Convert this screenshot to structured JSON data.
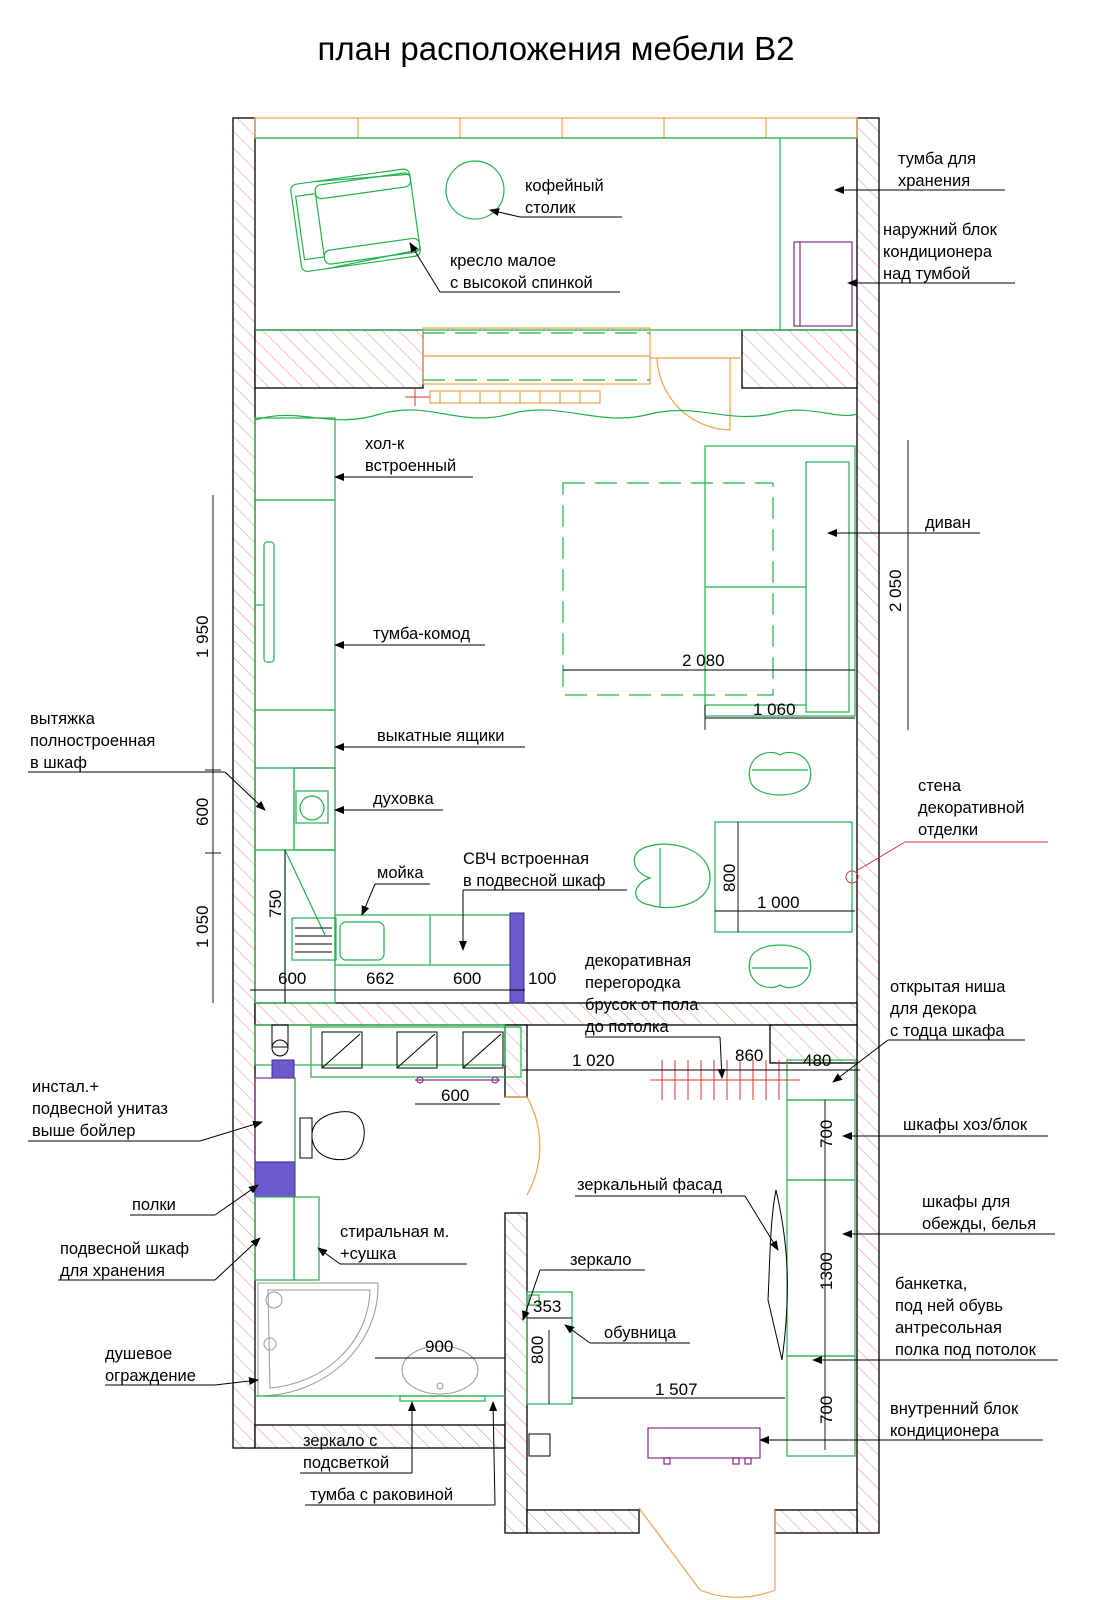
{
  "title": "план расположения мебели В2",
  "labels": {
    "coffee_table": [
      "кофейный",
      "столик"
    ],
    "storage_cabinet": [
      "тумба для",
      "хранения"
    ],
    "ac_outdoor": [
      "наружний блок",
      "кондиционера",
      "над тумбой"
    ],
    "armchair": [
      "кресло малое",
      "с высокой спинкой"
    ],
    "fridge": [
      "хол-к",
      "встроенный"
    ],
    "sofa": [
      "диван"
    ],
    "dresser": [
      "тумба-комод"
    ],
    "hood": [
      "вытяжка",
      "полностроенная",
      "в шкаф"
    ],
    "drawers": [
      "выкатные ящики"
    ],
    "oven": [
      "духовка"
    ],
    "decor_wall": [
      "стена",
      "декоративной",
      "отделки"
    ],
    "sink": [
      "мойка"
    ],
    "microwave": [
      "СВЧ встроенная",
      "в подвесной шкаф"
    ],
    "partition": [
      "декоративная",
      "перегородка",
      "брусок от пола",
      "до потолка"
    ],
    "niche": [
      "открытая ниша",
      "для декора",
      "с тодца шкафа"
    ],
    "toilet": [
      "инстал.+",
      "подвесной унитаз",
      "выше бойлер"
    ],
    "utility_closets": [
      "шкафы хоз/блок"
    ],
    "mirror_facade": [
      "зеркальный фасад"
    ],
    "shelves": [
      "полки"
    ],
    "clothes_closets": [
      "шкафы для",
      "обежды, белья"
    ],
    "washer": [
      "стиральная м.",
      "+сушка"
    ],
    "wall_cabinet": [
      "подвесной шкаф",
      "для хранения"
    ],
    "mirror": [
      "зеркало"
    ],
    "bench": [
      "банкетка,",
      "под ней обувь",
      "антресольная",
      "полка под потолок"
    ],
    "shoe_rack": [
      "обувница"
    ],
    "shower": [
      "душевое",
      "ограждение"
    ],
    "ac_indoor": [
      "внутренний  блок",
      "кондиционера"
    ],
    "lit_mirror": [
      "зеркало с",
      "подсветкой"
    ],
    "vanity": [
      "тумба с раковиной"
    ]
  },
  "dimensions": {
    "d2080": "2 080",
    "d1060": "1 060",
    "d2050": "2 050",
    "d1950": "1 950",
    "d600v": "600",
    "d1050": "1 050",
    "d750": "750",
    "d800": "800",
    "d1000": "1 000",
    "k600a": "600",
    "k662": "662",
    "k600b": "600",
    "k100": "100",
    "d1020": "1 020",
    "d860": "860",
    "d480": "480",
    "d600b": "600",
    "d700a": "700",
    "d1300": "1300",
    "d353": "353",
    "d800b": "800",
    "d900": "900",
    "d1507": "1 507",
    "d700b": "700"
  }
}
